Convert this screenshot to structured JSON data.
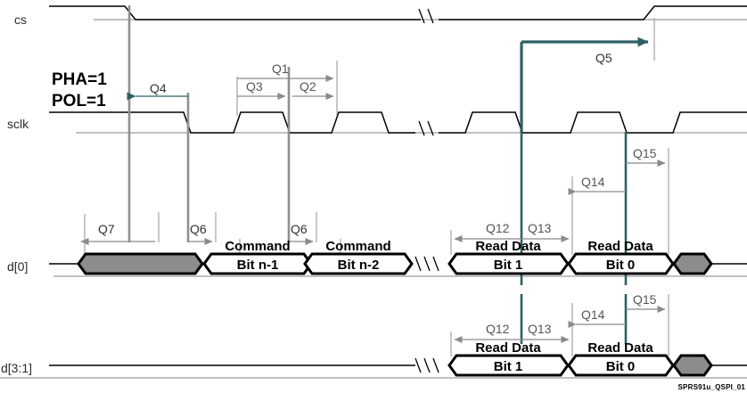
{
  "figure": {
    "id_label": "SPRS91u_QSPI_01",
    "mode_lines": [
      "PHA=1",
      "POL=1"
    ]
  },
  "signals": [
    {
      "name": "cs",
      "label": "cs"
    },
    {
      "name": "sclk",
      "label": "sclk"
    },
    {
      "name": "d0",
      "label": "d[0]"
    },
    {
      "name": "d31",
      "label": "d[3:1]"
    }
  ],
  "timing_params": {
    "Q1": "Q1",
    "Q2": "Q2",
    "Q3": "Q3",
    "Q4": "Q4",
    "Q5": "Q5",
    "Q6a": "Q6",
    "Q6b": "Q6",
    "Q7": "Q7",
    "Q12_top": "Q12",
    "Q13_top": "Q13",
    "Q14_top": "Q14",
    "Q15_top": "Q15",
    "Q12_bot": "Q12",
    "Q13_bot": "Q13",
    "Q14_bot": "Q14",
    "Q15_bot": "Q15"
  },
  "d0_bus": [
    {
      "kind": "hatched",
      "line1": "",
      "line2": ""
    },
    {
      "kind": "named",
      "line1": "Command",
      "line2": "Bit n-1"
    },
    {
      "kind": "named",
      "line1": "Command",
      "line2": "Bit n-2"
    },
    {
      "kind": "named",
      "line1": "Read Data",
      "line2": "Bit 1"
    },
    {
      "kind": "named",
      "line1": "Read Data",
      "line2": "Bit 0"
    },
    {
      "kind": "hatched",
      "line1": "",
      "line2": ""
    }
  ],
  "d31_bus": [
    {
      "kind": "named",
      "line1": "Read Data",
      "line2": "Bit 1"
    },
    {
      "kind": "named",
      "line1": "Read Data",
      "line2": "Bit 0"
    },
    {
      "kind": "hatched",
      "line1": "",
      "line2": ""
    }
  ],
  "colors": {
    "teal": "#2d6063",
    "gray_arrow": "#8a8a8a",
    "gray_text": "#555555",
    "baseline": "#9a9aa8",
    "waveform": "#000000",
    "bus_fill_hatched": "#8c8c8c",
    "marker_gray": "#909090"
  }
}
